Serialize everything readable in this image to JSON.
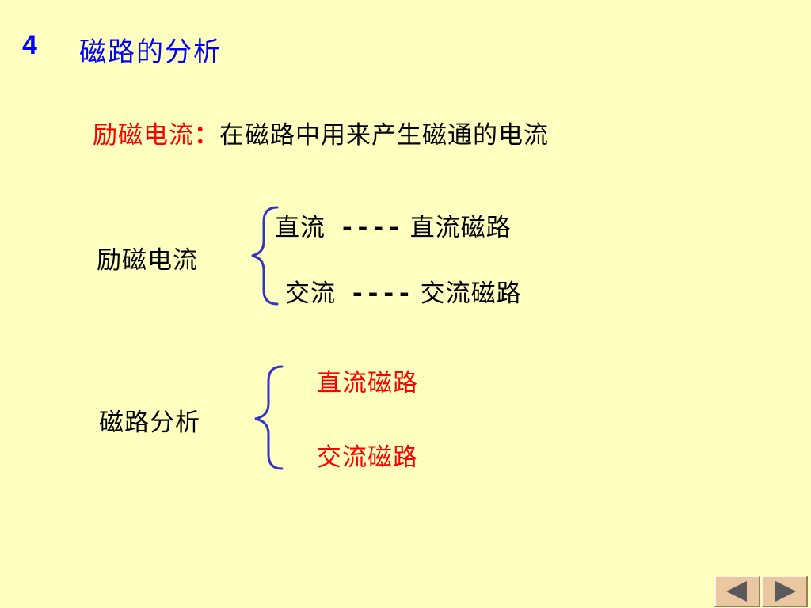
{
  "title": {
    "number": "4",
    "text": "磁路的分析"
  },
  "definition": {
    "term": "励磁电流",
    "separator": "：",
    "text": "在磁路中用来产生磁通的电流"
  },
  "group1": {
    "label": "励磁电流",
    "rows": [
      {
        "left": "直流",
        "dash": "----",
        "right": "直流磁路"
      },
      {
        "left": "交流",
        "dash": "----",
        "right": "交流磁路"
      }
    ]
  },
  "group2": {
    "label": "磁路分析",
    "items": [
      "直流磁路",
      "交流磁路"
    ]
  },
  "colors": {
    "background": "#FFFFC0",
    "title": "#0000FF",
    "highlight": "#FF0000",
    "brace": "#3333CC",
    "nav_button": "#EAC7A1"
  },
  "nav": {
    "prev_icon": "triangle-left-icon",
    "next_icon": "triangle-right-icon"
  }
}
